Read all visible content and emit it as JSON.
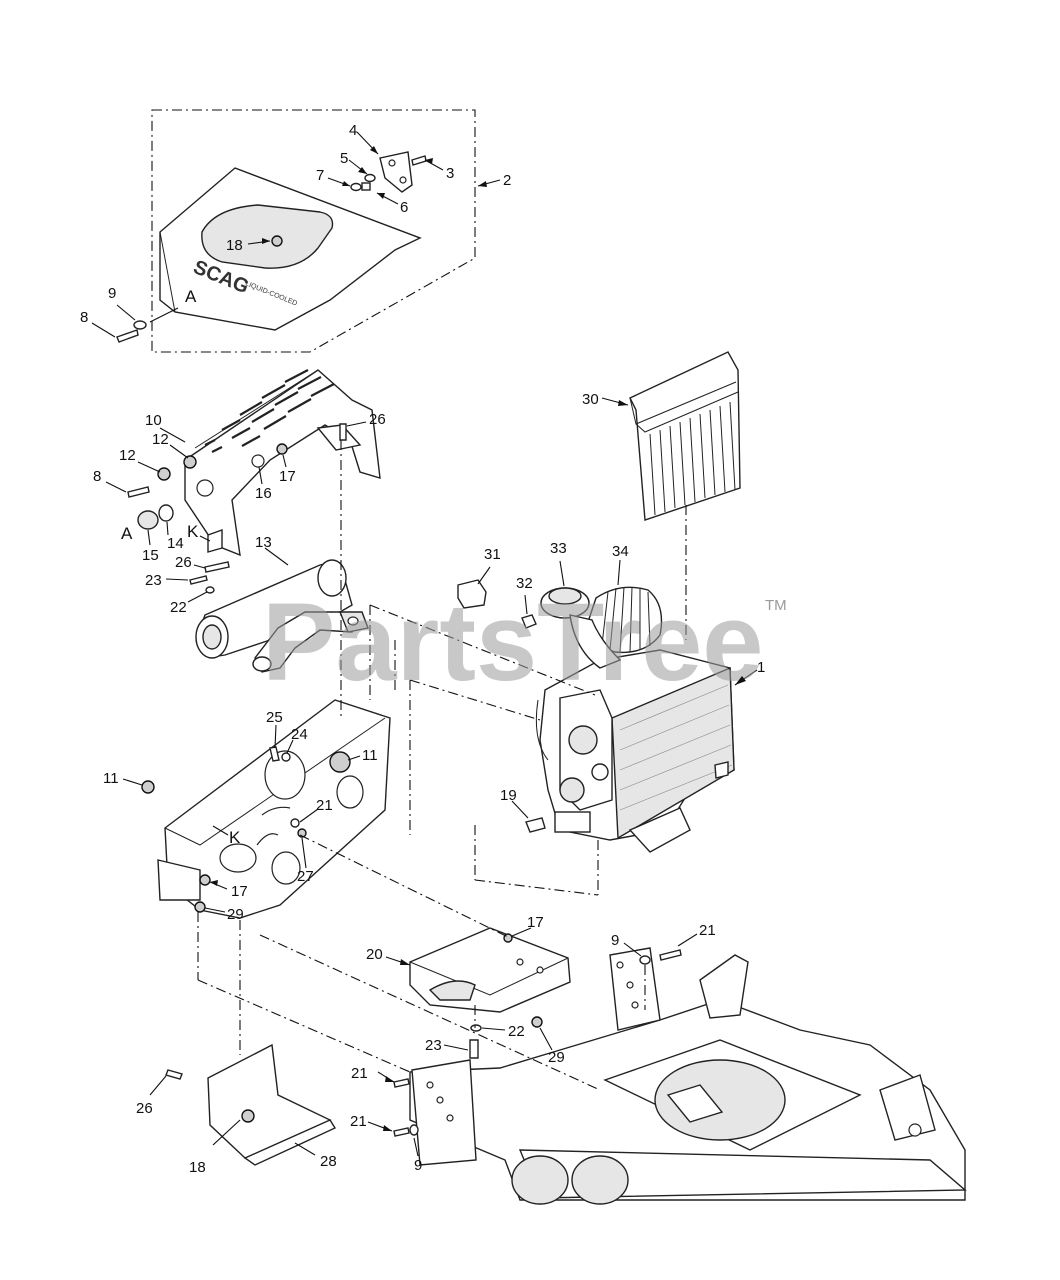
{
  "callouts": [
    {
      "id": "c4",
      "text": "4"
    },
    {
      "id": "c5",
      "text": "5"
    },
    {
      "id": "c3",
      "text": "3"
    },
    {
      "id": "c7",
      "text": "7"
    },
    {
      "id": "c6",
      "text": "6"
    },
    {
      "id": "c2",
      "text": "2"
    },
    {
      "id": "c18a",
      "text": "18"
    },
    {
      "id": "c9a",
      "text": "9"
    },
    {
      "id": "c8a",
      "text": "8"
    },
    {
      "id": "cA1",
      "text": "A"
    },
    {
      "id": "c30",
      "text": "30"
    },
    {
      "id": "c10",
      "text": "10"
    },
    {
      "id": "c26a",
      "text": "26"
    },
    {
      "id": "c12a",
      "text": "12"
    },
    {
      "id": "c12b",
      "text": "12"
    },
    {
      "id": "c8b",
      "text": "8"
    },
    {
      "id": "c16",
      "text": "16"
    },
    {
      "id": "c17a",
      "text": "17"
    },
    {
      "id": "cA2",
      "text": "A"
    },
    {
      "id": "c15",
      "text": "15"
    },
    {
      "id": "c14",
      "text": "14"
    },
    {
      "id": "cK1",
      "text": "K"
    },
    {
      "id": "c26b",
      "text": "26"
    },
    {
      "id": "c13",
      "text": "13"
    },
    {
      "id": "c23a",
      "text": "23"
    },
    {
      "id": "c22a",
      "text": "22"
    },
    {
      "id": "c31",
      "text": "31"
    },
    {
      "id": "c33",
      "text": "33"
    },
    {
      "id": "c34",
      "text": "34"
    },
    {
      "id": "c32",
      "text": "32"
    },
    {
      "id": "c1",
      "text": "1"
    },
    {
      "id": "c25",
      "text": "25"
    },
    {
      "id": "c24",
      "text": "24"
    },
    {
      "id": "c11a",
      "text": "11"
    },
    {
      "id": "c11b",
      "text": "11"
    },
    {
      "id": "c21a",
      "text": "21"
    },
    {
      "id": "cK2",
      "text": "K"
    },
    {
      "id": "c27",
      "text": "27"
    },
    {
      "id": "c17b",
      "text": "17"
    },
    {
      "id": "c29a",
      "text": "29"
    },
    {
      "id": "c19",
      "text": "19"
    },
    {
      "id": "c17c",
      "text": "17"
    },
    {
      "id": "c20",
      "text": "20"
    },
    {
      "id": "c22b",
      "text": "22"
    },
    {
      "id": "c23b",
      "text": "23"
    },
    {
      "id": "c29b",
      "text": "29"
    },
    {
      "id": "c9b",
      "text": "9"
    },
    {
      "id": "c21b",
      "text": "21"
    },
    {
      "id": "c21c",
      "text": "21"
    },
    {
      "id": "c21d",
      "text": "21"
    },
    {
      "id": "c9c",
      "text": "9"
    },
    {
      "id": "c26c",
      "text": "26"
    },
    {
      "id": "c18b",
      "text": "18"
    },
    {
      "id": "c28",
      "text": "28"
    }
  ],
  "hood_logo": "SCAG",
  "hood_badge": "LIQUID-COOLED",
  "watermark": {
    "text": "PartsTree",
    "tm": "TM"
  }
}
